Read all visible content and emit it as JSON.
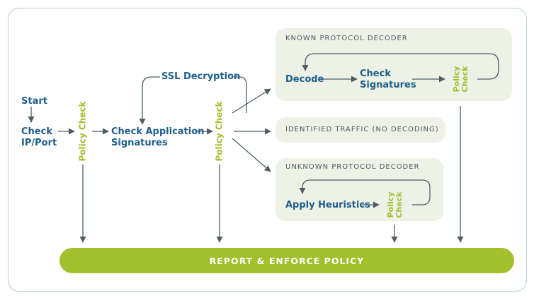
{
  "nodes": {
    "start": "Start",
    "check_ip_port": [
      "Check",
      "IP/Port"
    ],
    "check_app_signatures": [
      "Check Application",
      "Signatures"
    ],
    "ssl_decryption": "SSL Decryption",
    "decode": "Decode",
    "check_signatures": [
      "Check",
      "Signatures"
    ],
    "apply_heuristics": "Apply Heuristics",
    "policy_check": "Policy Check",
    "policy_check_stacked": [
      "Policy",
      "Check"
    ]
  },
  "panels": {
    "known": "KNOWN PROTOCOL DECODER",
    "identified": "IDENTIFIED TRAFFIC (NO DECODING)",
    "unknown": "UNKNOWN PROTOCOL DECODER"
  },
  "bar": {
    "label": "REPORT & ENFORCE POLICY"
  },
  "colors": {
    "blue": "#1e5f8c",
    "green": "#a2bf2c",
    "arrow": "#4e5d66",
    "panel": "#eef1e6"
  }
}
